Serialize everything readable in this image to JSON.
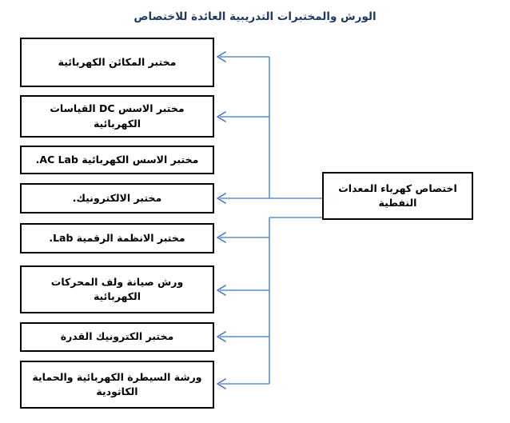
{
  "title": "الورش والمختبرات التدريبية العائدة للاختصاص",
  "source": {
    "name": "اختصاص كهرباء المعدات النفطية",
    "line1": "اختصاص كهرباء",
    "line2": "المعدات النفطية"
  },
  "connector": {
    "color": "#5B8FC7",
    "arrow": "left-arrow-icon",
    "style": "orthogonal-elbow"
  },
  "nodes": [
    {
      "id": "node-1",
      "label": "مختبر المكائن الكهربائية",
      "connected": true
    },
    {
      "id": "node-2",
      "label": "مختبر الاسس DC القياسات الكهربائية",
      "connected": true
    },
    {
      "id": "node-3",
      "label": "مختبر الاسس الكهربائية AC Lab.",
      "connected": false
    },
    {
      "id": "node-4",
      "label": "مختبر الالكترونيك.",
      "connected": true
    },
    {
      "id": "node-5",
      "label": "مختبر الانظمة الرقمية Lab.",
      "connected": true
    },
    {
      "id": "node-6",
      "label": "ورش صيانة ولف المحركات الكهربائية",
      "connected": true
    },
    {
      "id": "node-7",
      "label": "مختبر الكترونيك القدرة",
      "connected": true
    },
    {
      "id": "node-8",
      "label": "ورشة السيطرة الكهربائية والحماية الكاثودية",
      "connected": true
    }
  ]
}
